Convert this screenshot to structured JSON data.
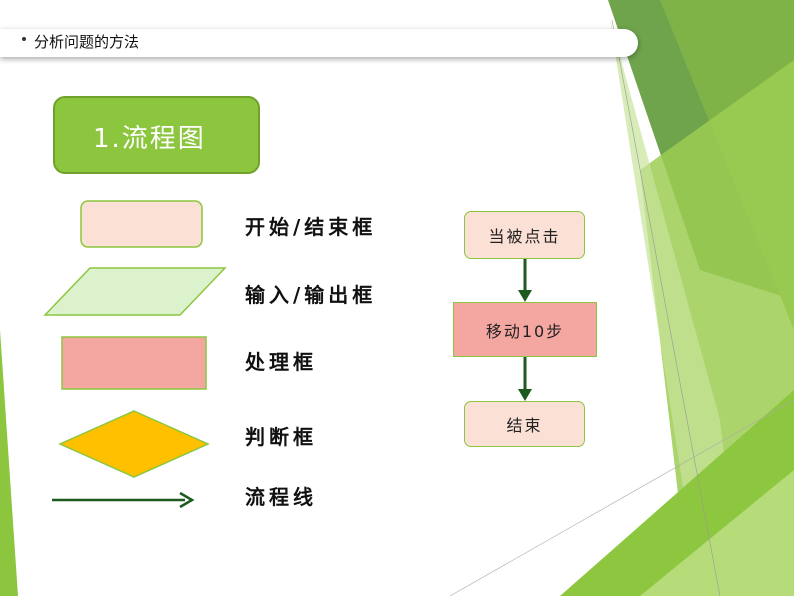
{
  "header": {
    "text": "分析问题的方法"
  },
  "section_title": "1.流程图",
  "legend": [
    {
      "label": "开始/结束框",
      "shape": "rounded-rect",
      "fill": "#fbe0d5"
    },
    {
      "label": "输入/输出框",
      "shape": "parallelogram",
      "fill": "#dcf2cd"
    },
    {
      "label": "处理框",
      "shape": "rect",
      "fill": "#f4a6a0"
    },
    {
      "label": "判断框",
      "shape": "diamond",
      "fill": "#ffc000"
    },
    {
      "label": "流程线",
      "shape": "arrow",
      "fill": "#1e5a1e"
    }
  ],
  "flowchart": {
    "start": "当被点击",
    "process": "移动10步",
    "end": "结束"
  },
  "colors": {
    "accent_green": "#8cc63f",
    "arrow_green": "#1e5a1e",
    "terminal_fill": "#fbe0d5",
    "process_fill": "#f4a6a0"
  }
}
